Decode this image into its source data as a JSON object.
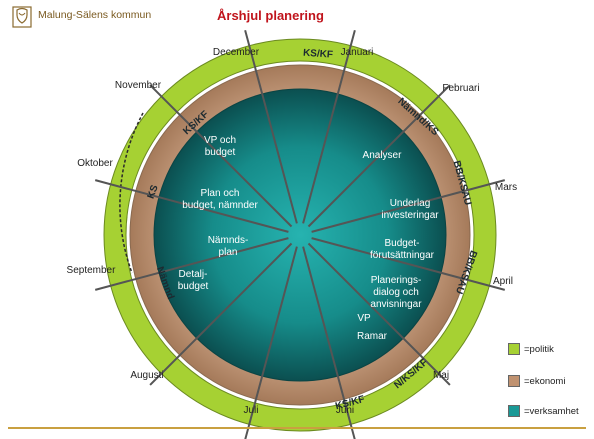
{
  "header": {
    "org_name": "Malung-Sälens kommun",
    "title": "Årshjul planering"
  },
  "months": [
    "Januari",
    "Februari",
    "Mars",
    "April",
    "Maj",
    "Juni",
    "Juli",
    "Augusti",
    "September",
    "Oktober",
    "November",
    "December"
  ],
  "outer_ring_labels": [
    "KS/KF",
    "Nämnd/KS",
    "BB/KSAU",
    "BB/KSAU",
    "N/KS/KF",
    "KS/KF",
    "Nämnd",
    "KS",
    "KS/KF"
  ],
  "inner_labels": [
    {
      "lines": [
        "Analyser"
      ]
    },
    {
      "lines": [
        "Underlag",
        "investeringar"
      ]
    },
    {
      "lines": [
        "Budget-",
        "förutsättningar"
      ]
    },
    {
      "lines": [
        "Planerings-",
        "dialog och",
        "anvisningar"
      ]
    },
    {
      "lines": [
        "VP"
      ]
    },
    {
      "lines": [
        "Ramar"
      ]
    },
    {
      "lines": [
        "Detalj-",
        "budget"
      ]
    },
    {
      "lines": [
        "Nämnds-",
        "plan"
      ]
    },
    {
      "lines": [
        "Plan och",
        "budget, nämnder"
      ]
    },
    {
      "lines": [
        "VP och",
        "budget"
      ]
    }
  ],
  "legend": [
    {
      "label": "=politik",
      "color": "#a6d133"
    },
    {
      "label": "=ekonomi",
      "color": "#c09270"
    },
    {
      "label": "=verksamhet",
      "color": "#1a9996"
    }
  ],
  "colors": {
    "politik": "#a6d133",
    "ekonomi": "#c09270",
    "verksamhet": "#1a9996"
  }
}
